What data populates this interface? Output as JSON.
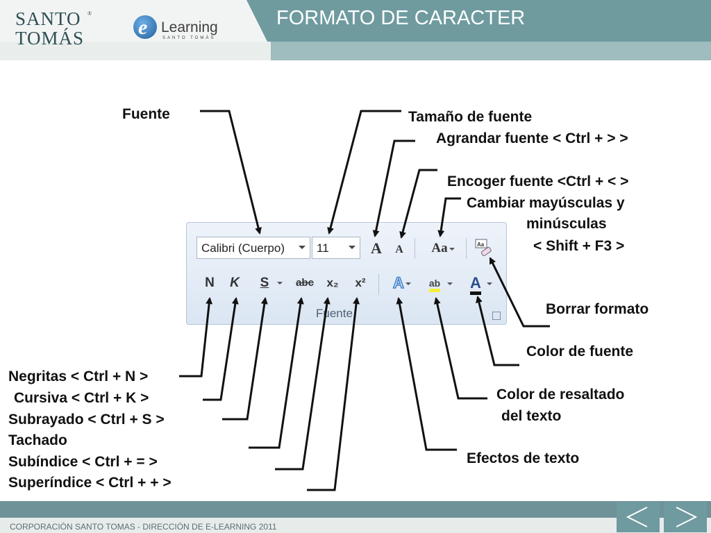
{
  "header": {
    "logo_line1": "SANTO",
    "logo_line2": "TOMÁS",
    "logo_reg": "®",
    "elearning_word": "Learning",
    "elearning_sub": "SANTO TOMÁS",
    "title": "FORMATO DE CARACTER"
  },
  "colors": {
    "header_teal": "#6f9b9f",
    "header_band": "#5f8a90",
    "footer": "#6f9198",
    "ribbon_bg": "#dbe6f3"
  },
  "toolbar": {
    "font_name": "Calibri (Cuerpo)",
    "font_size": "11",
    "grow_font": "A",
    "shrink_font": "A",
    "change_case": "Aa",
    "bold": "N",
    "italic": "K",
    "underline": "S",
    "strikethrough": "abc",
    "subscript": "x₂",
    "superscript": "x²",
    "text_effects": "A",
    "highlight": "ab",
    "font_color": "A",
    "group_label": "Fuente",
    "clear_format_icon": "clear-formatting-icon"
  },
  "labels": {
    "fuente": "Fuente",
    "tamano": "Tamaño de fuente",
    "agrandar": "Agrandar fuente < Ctrl + > >",
    "encoger": "Encoger fuente <Ctrl + < >",
    "cambiar1": "Cambiar mayúsculas y",
    "cambiar2": "minúsculas",
    "cambiar3": "< Shift + F3 >",
    "borrar": "Borrar formato",
    "color_fuente": "Color de fuente",
    "resaltado1": "Color de resaltado",
    "resaltado2": "del texto",
    "efectos": "Efectos de texto",
    "negritas": "Negritas < Ctrl + N >",
    "cursiva": "Cursiva < Ctrl + K >",
    "subrayado": "Subrayado < Ctrl + S >",
    "tachado": "Tachado",
    "subindice": "Subíndice < Ctrl + = >",
    "superindice": "Superíndice < Ctrl + + >"
  },
  "footer": {
    "text": "CORPORACIÓN SANTO TOMAS - DIRECCIÓN DE E-LEARNING  2011",
    "prev_icon": "chevron-left-icon",
    "next_icon": "chevron-right-icon"
  }
}
